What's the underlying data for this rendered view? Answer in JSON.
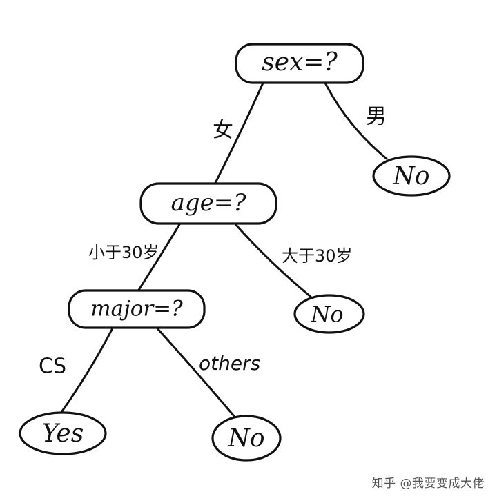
{
  "nodes": {
    "sex": "sex=?",
    "age": "age=?",
    "major": "major=?",
    "leaf_sex_no": "No",
    "leaf_age_no": "No",
    "leaf_cs_yes": "Yes",
    "leaf_others_no": "No"
  },
  "edges": {
    "female": "女",
    "male": "男",
    "under30": "小于30岁",
    "over30": "大于30岁",
    "cs": "CS",
    "others": "others"
  },
  "watermark": "知乎 @我要变成大佬"
}
